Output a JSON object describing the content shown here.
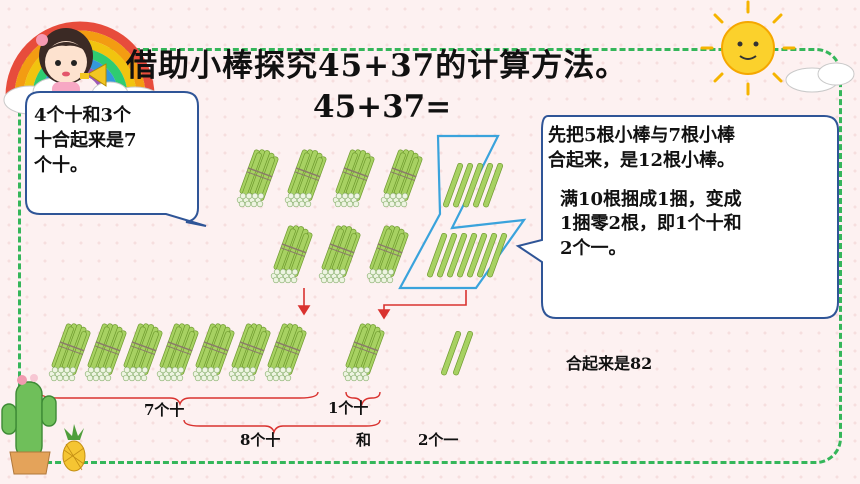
{
  "title": "借助小棒探究45+37的计算方法。",
  "equation": "45+37=",
  "left_bubble": {
    "line1": "4个十和3个",
    "line2": "十合起来是7",
    "line3": "个十。"
  },
  "right_bubble": {
    "line1": "先把5根小棒与7根小棒",
    "line2": "合起来，是12根小棒。",
    "line3": "满10根捆成1捆，变成",
    "line4": "1捆零2根，即1个十和",
    "line5": "2个一。"
  },
  "result_text": "合起来是82",
  "brace_labels": {
    "seven_tens": "7个十",
    "one_ten": "1个十",
    "eight_tens": "8个十",
    "and": "和",
    "two_ones": "2个一"
  },
  "colors": {
    "frame": "#35b65a",
    "stick": "#a7d162",
    "stick_dark": "#6e9a2e",
    "arrow": "#d9322f",
    "highlight": "#3aa3dc",
    "background": "#fdf1f1"
  },
  "icons": [
    "rainbow-icon",
    "sun-icon",
    "girl-with-megaphone-icon",
    "cactus-icon",
    "pineapple-icon",
    "cloud-icon"
  ]
}
